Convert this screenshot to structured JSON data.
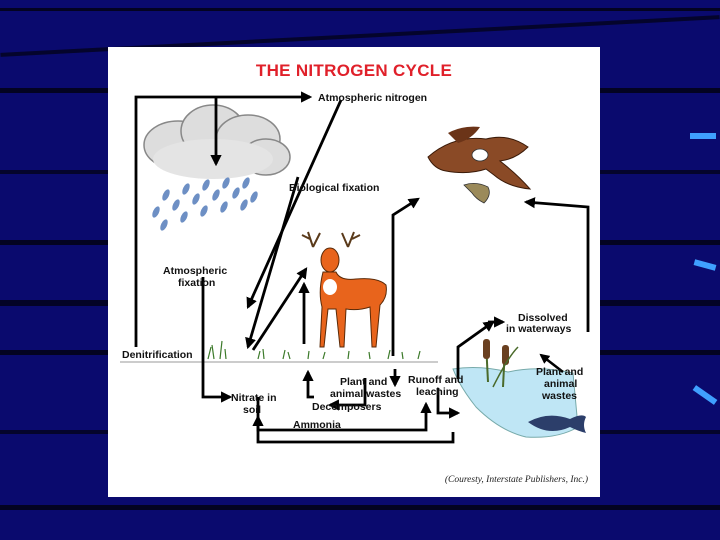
{
  "title": "THE NITROGEN CYCLE",
  "labels": {
    "atmospheric_nitrogen": "Atmospheric nitrogen",
    "biological_fixation": "Biological fixation",
    "atmospheric_fixation_1": "Atmospheric",
    "atmospheric_fixation_2": "fixation",
    "denitrification": "Denitrification",
    "nitrate_1": "Nitrate in",
    "nitrate_2": "soil",
    "plant_wastes_1": "Plant and",
    "plant_wastes_2": "animal wastes",
    "decomposers": "Decomposers",
    "runoff_1": "Runoff and",
    "runoff_2": "leaching",
    "ammonia": "Ammonia",
    "dissolved_1": "Dissolved",
    "dissolved_2": "in waterways",
    "water_wastes_1": "Plant and",
    "water_wastes_2": "animal",
    "water_wastes_3": "wastes"
  },
  "credit": "(Couresty, Interstate Publishers, Inc.)",
  "colors": {
    "background": "#0a0a6e",
    "title": "#e0202a",
    "deer": "#e8641c",
    "water": "#bfe6f5",
    "raindrop": "#6d8fc4"
  }
}
